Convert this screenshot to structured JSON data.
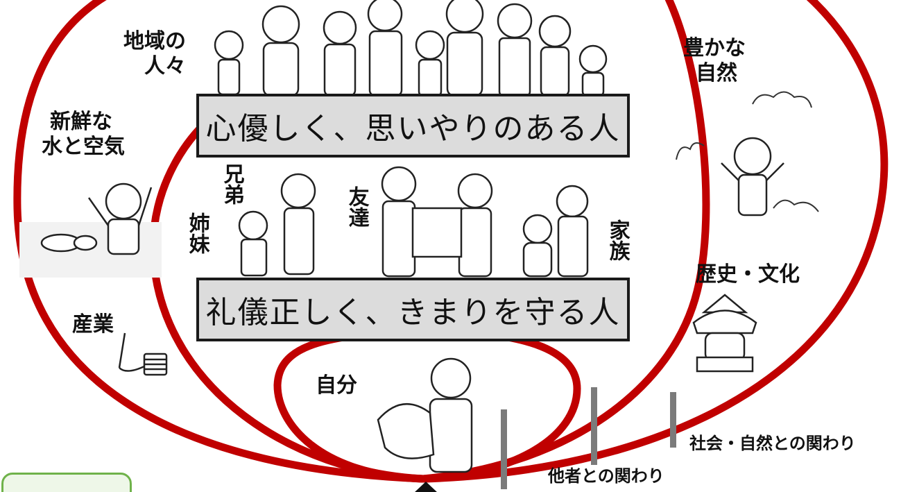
{
  "banners": {
    "top": "心優しく、思いやりのある人",
    "middle": "礼儀正しく、きまりを守る人"
  },
  "labels": {
    "community": [
      "地域の",
      "人々"
    ],
    "nature": [
      "豊かな",
      "自然"
    ],
    "water_air": [
      "新鮮な",
      "水と空気"
    ],
    "industry": "産業",
    "history_culture": "歴史・文化",
    "self": "自分",
    "siblings_brothers": "兄弟",
    "siblings_sisters": "姉妹",
    "friends": "友達",
    "family": "家族"
  },
  "scale": {
    "society_nature": "社会・自然との関わり",
    "others": "他者との関わり"
  },
  "colors": {
    "ring": "#c00000",
    "banner_bg": "#dcdcdc",
    "banner_border": "#1a1a1a",
    "marker": "#7b7b7b",
    "tab_border": "#6fb24a"
  },
  "icons": [
    "people-group-illustration",
    "child-nature-illustration",
    "child-water-illustration",
    "sewing-illustration",
    "samurai-helmet-illustration",
    "siblings-illustration",
    "friends-illustration",
    "family-illustration",
    "self-illustration"
  ]
}
